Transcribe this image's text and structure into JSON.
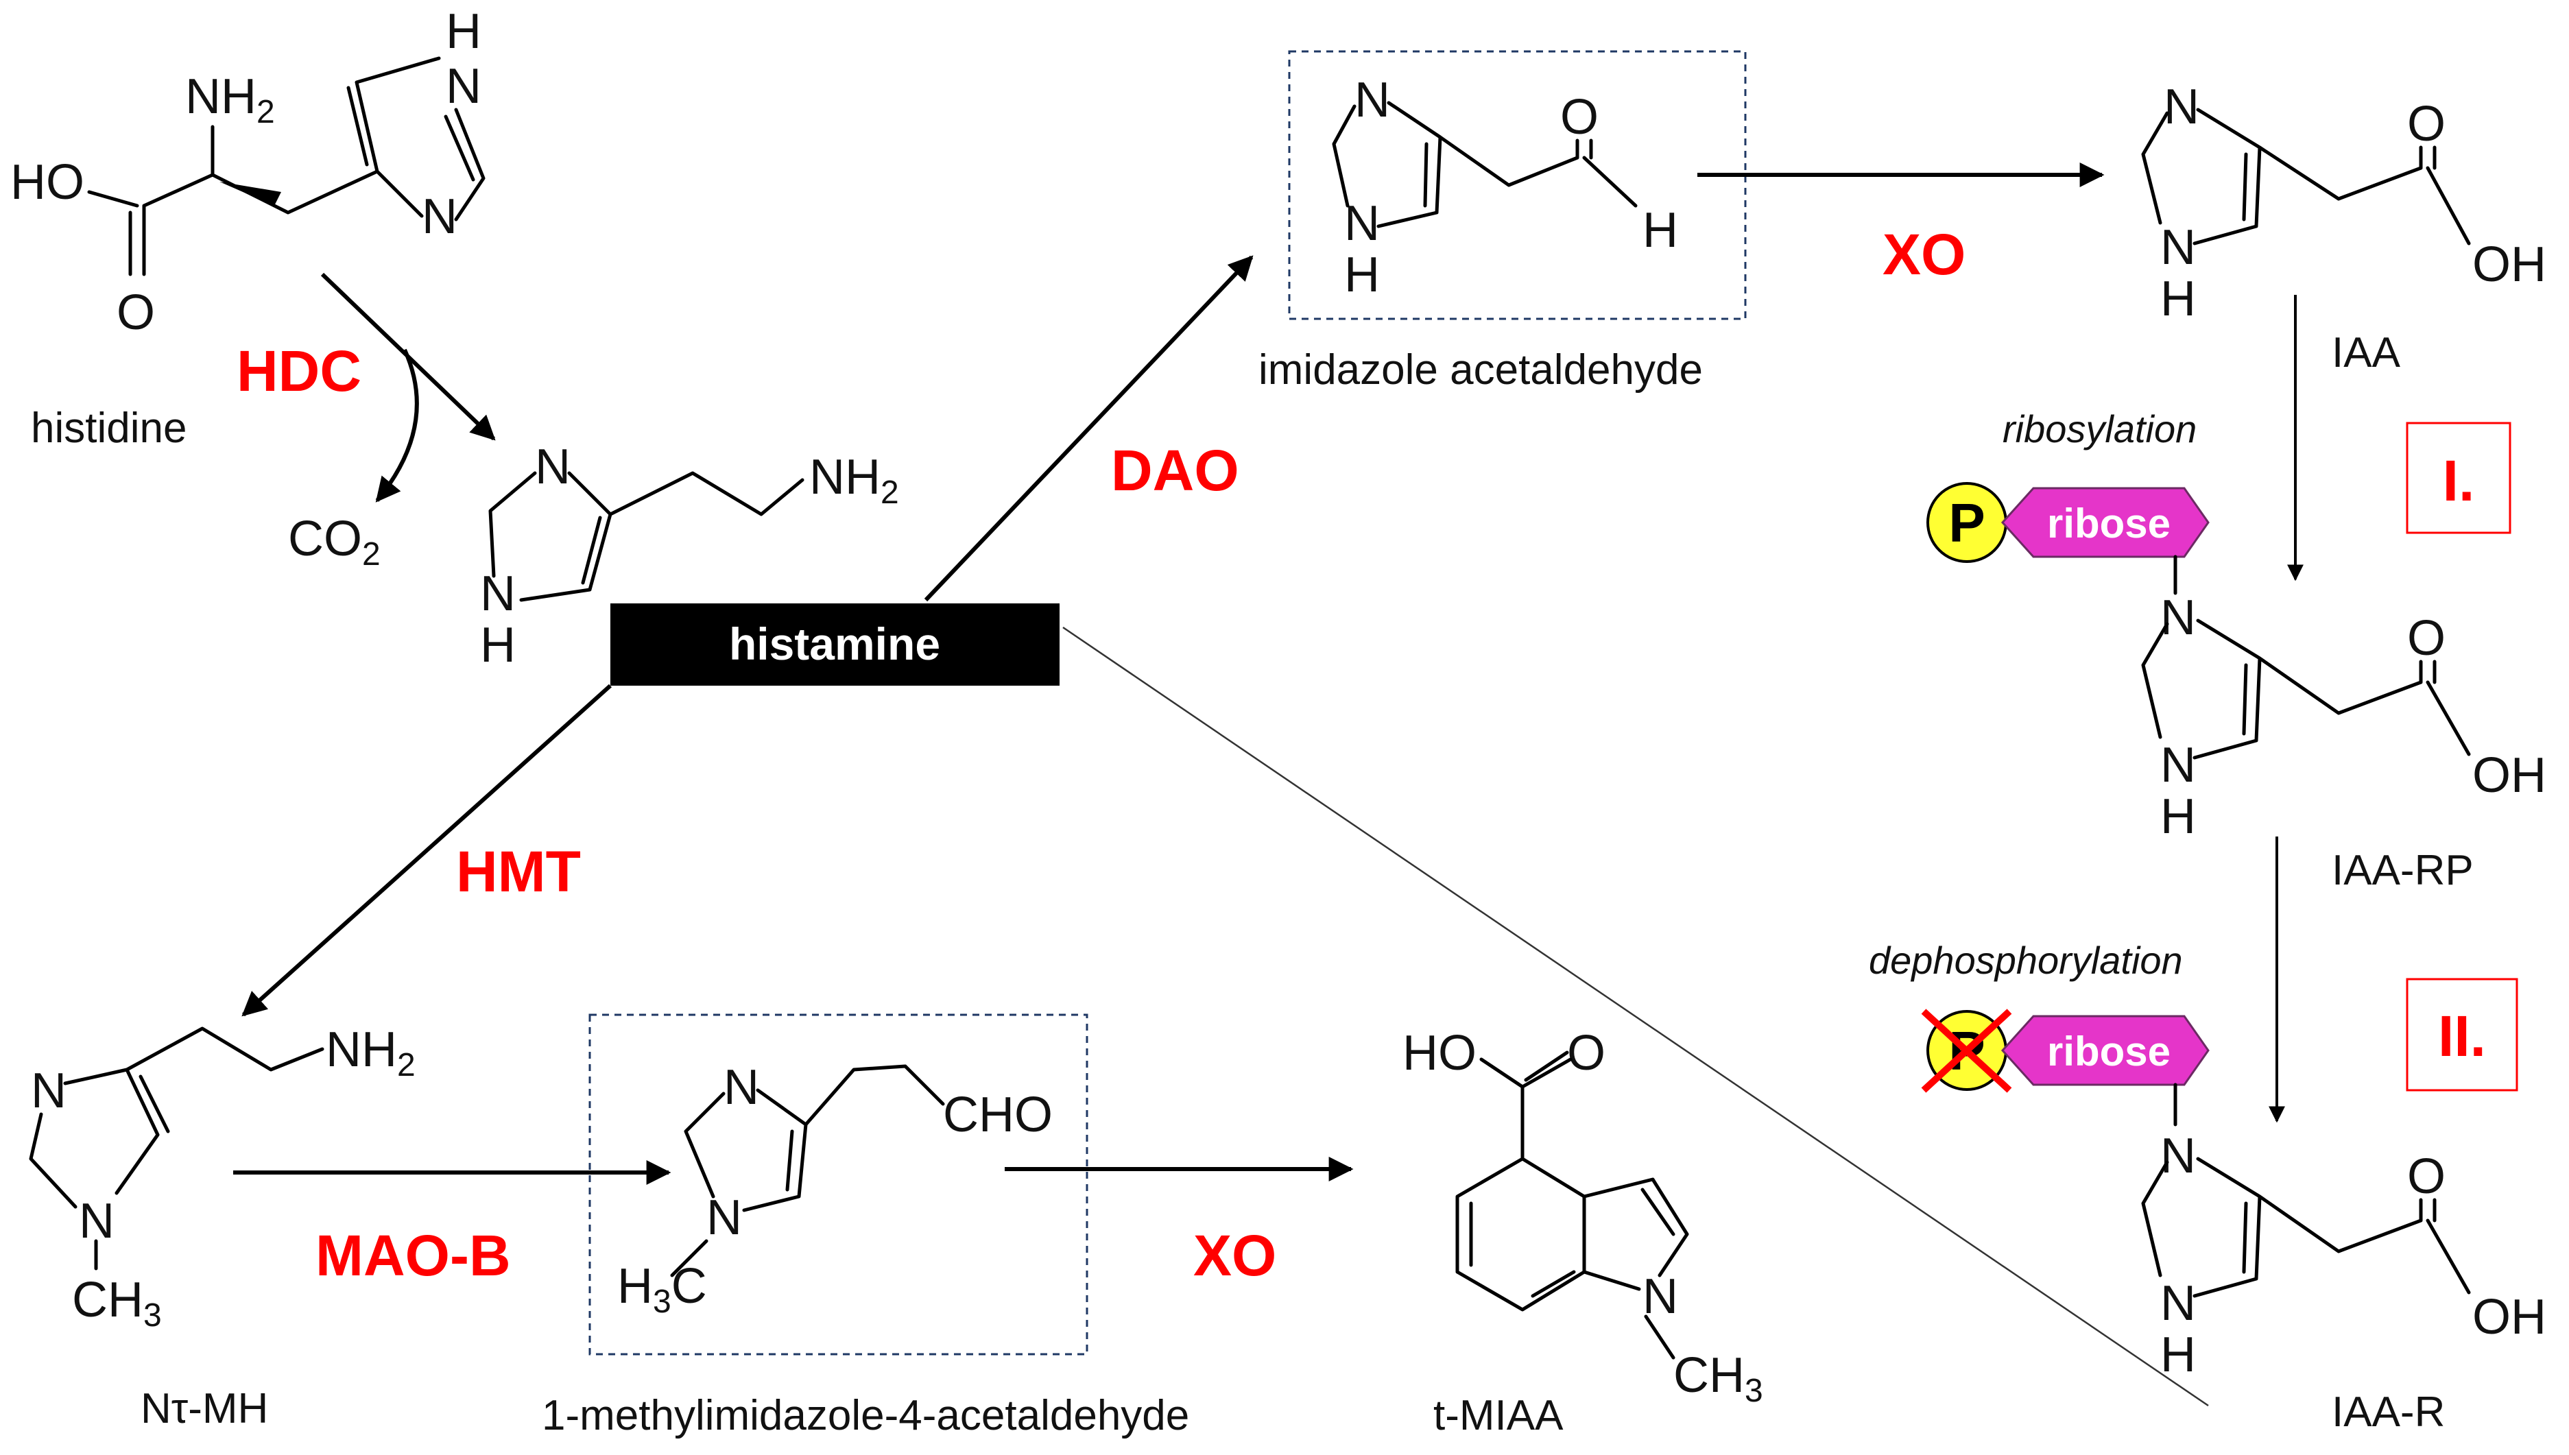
{
  "labels": {
    "histidine": "histidine",
    "histamine": "histamine",
    "imidazole_acetaldehyde": "imidazole acetaldehyde",
    "iaa": "IAA",
    "iaa_rp": "IAA-RP",
    "iaa_r": "IAA-R",
    "nt_mh": "Nτ-MH",
    "methylimidazole_acetaldehyde": "1-methylimidazole-4-acetaldehyde",
    "t_miaa": "t-MIAA"
  },
  "enzymes": {
    "hdc": "HDC",
    "dao": "DAO",
    "xo_top": "XO",
    "hmt": "HMT",
    "mao_b": "MAO-B",
    "xo_bottom": "XO"
  },
  "steps": {
    "ribosylation": "ribosylation",
    "dephosphorylation": "dephosphorylation",
    "step_1": "I.",
    "step_2": "II.",
    "ribose_1": "ribose",
    "ribose_2": "ribose",
    "phosphate_1": "P",
    "phosphate_2": "P"
  },
  "atoms": {
    "nh2": "NH",
    "two": "2",
    "ho": "HO",
    "o": "O",
    "n": "N",
    "h": "H",
    "oh": "OH",
    "co": "CO",
    "cho": "CHO",
    "ch": "CH",
    "three": "3",
    "h3c_h": "H",
    "h3c_c": "C"
  },
  "colors": {
    "enzyme": "#ff0000",
    "ribose_fill": "#e535c9",
    "phosphate_fill": "#ffff33",
    "cross": "#ff0000",
    "histamine_box": "#000000",
    "step_box": "#ff0000",
    "dashed_box": "#1f3864"
  }
}
